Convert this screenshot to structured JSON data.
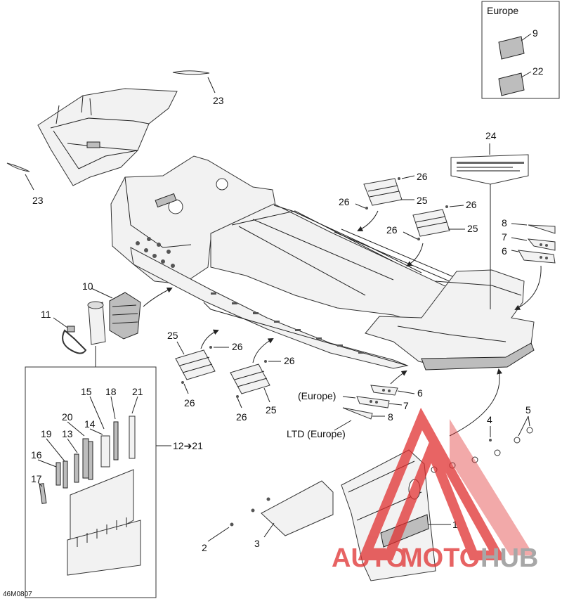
{
  "diagram_code": "46M0807",
  "europe_box": {
    "title": "Europe",
    "items": [
      "9",
      "22"
    ]
  },
  "callouts": {
    "c23a": "23",
    "c23b": "23",
    "c24": "24",
    "c26a": "26",
    "c26b": "26",
    "c25a": "25",
    "c26c": "26",
    "c26d": "26",
    "c25b": "25",
    "c8a": "8",
    "c7a": "7",
    "c6a": "6",
    "c10": "10",
    "c11": "11",
    "c25c": "25",
    "c26e": "26",
    "c26f": "26",
    "c26g": "26",
    "c26h": "26",
    "c25d": "25",
    "c6b": "6",
    "c7b": "7",
    "c8b": "8",
    "europe_note": "(Europe)",
    "ltd_note": "LTD (Europe)",
    "c4": "4",
    "c5": "5",
    "c1": "1",
    "c2": "2",
    "c3": "3",
    "c15": "15",
    "c18": "18",
    "c21": "21",
    "c20": "20",
    "c14": "14",
    "c19": "19",
    "c13": "13",
    "c16": "16",
    "c17": "17",
    "range": "12➔21"
  },
  "watermark": {
    "part1": "AUTO",
    "part2": "MOTO",
    "part3": "HUB"
  },
  "colors": {
    "watermark_red": "#e03030",
    "watermark_gray": "#8a8a8a"
  }
}
